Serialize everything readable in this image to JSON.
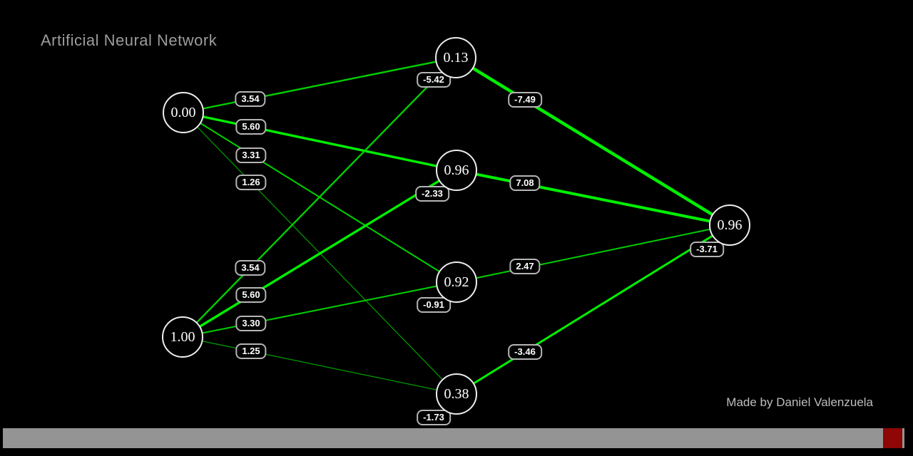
{
  "title": "Artificial Neural Network",
  "credit": "Made by Daniel Valenzuela",
  "colors": {
    "background": "#000000",
    "edge_green_bright": "#00ef00",
    "edge_green_mid": "#00cf00",
    "edge_green_dim": "#00a000",
    "node_border": "#ededed",
    "label_border": "#b5b5b5",
    "title_color": "#9c9c9c",
    "credit_color": "#bdbdbd",
    "scrollbar_track": "#949494",
    "scrollbar_thumb": "#8e0606"
  },
  "network": {
    "inputs": [
      {
        "value": "0.00"
      },
      {
        "value": "1.00"
      }
    ],
    "hidden": [
      {
        "value": "0.13",
        "bias": "-5.42"
      },
      {
        "value": "0.96",
        "bias": "-2.33"
      },
      {
        "value": "0.92",
        "bias": "-0.91"
      },
      {
        "value": "0.38",
        "bias": "-1.73"
      }
    ],
    "output": {
      "value": "0.96",
      "bias": "-3.71"
    },
    "weights_input_hidden": [
      [
        "3.54",
        "5.60",
        "3.31",
        "1.26"
      ],
      [
        "3.54",
        "5.60",
        "3.30",
        "1.25"
      ]
    ],
    "weights_hidden_output": [
      "-7.49",
      "7.08",
      "2.47",
      "-3.46"
    ]
  }
}
